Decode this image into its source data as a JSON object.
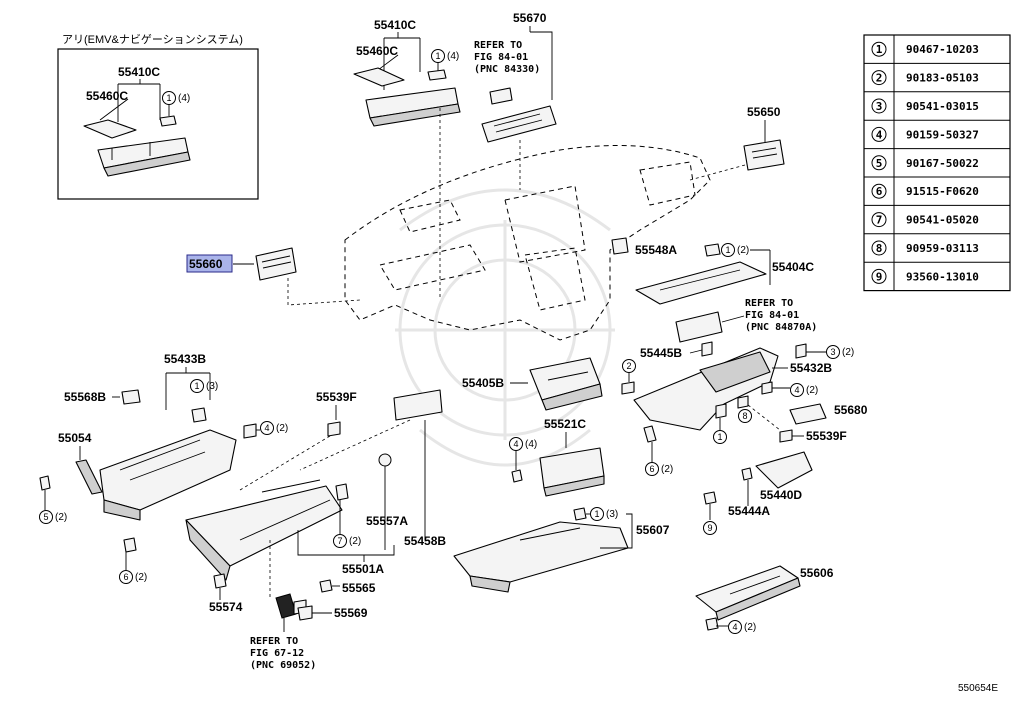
{
  "inset": {
    "title": "アリ(EMV&ナビゲーションシステム)",
    "labels": [
      "55410C",
      "55460C"
    ],
    "callout": {
      "num": "1",
      "qty": "(4)"
    }
  },
  "labels": {
    "p55410C": "55410C",
    "p55460C": "55460C",
    "p55670": "55670",
    "p55650": "55650",
    "p55660": "55660",
    "p55548A": "55548A",
    "p55404C": "55404C",
    "p55445B": "55445B",
    "p55432B": "55432B",
    "p55433B": "55433B",
    "p55568B": "55568B",
    "p55539F_a": "55539F",
    "p55405B": "55405B",
    "p55054": "55054",
    "p55521C": "55521C",
    "p55680": "55680",
    "p55539F_b": "55539F",
    "p55557A": "55557A",
    "p55458B": "55458B",
    "p55440D": "55440D",
    "p55444A": "55444A",
    "p55607": "55607",
    "p55501A": "55501A",
    "p55565": "55565",
    "p55574": "55574",
    "p55569": "55569",
    "p55606": "55606"
  },
  "refs": {
    "r1": [
      "REFER TO",
      "FIG 84-01",
      "(PNC 84330)"
    ],
    "r2": [
      "REFER TO",
      "FIG 84-01",
      "(PNC 84870A)"
    ],
    "r3": [
      "REFER TO",
      "FIG 67-12",
      "(PNC 69052)"
    ]
  },
  "callouts": [
    {
      "num": "1",
      "qty": "(4)"
    },
    {
      "num": "1",
      "qty": "(2)"
    },
    {
      "num": "2",
      "qty": ""
    },
    {
      "num": "3",
      "qty": "(2)"
    },
    {
      "num": "4",
      "qty": "(2)"
    },
    {
      "num": "8",
      "qty": ""
    },
    {
      "num": "1",
      "qty": ""
    },
    {
      "num": "6",
      "qty": "(2)"
    },
    {
      "num": "1",
      "qty": "(3)"
    },
    {
      "num": "4",
      "qty": "(2)"
    },
    {
      "num": "5",
      "qty": "(2)"
    },
    {
      "num": "6",
      "qty": "(2)"
    },
    {
      "num": "4",
      "qty": "(4)"
    },
    {
      "num": "7",
      "qty": "(2)"
    },
    {
      "num": "1",
      "qty": "(3)"
    },
    {
      "num": "9",
      "qty": ""
    },
    {
      "num": "4",
      "qty": "(2)"
    }
  ],
  "table": [
    {
      "num": "1",
      "part": "90467-10203"
    },
    {
      "num": "2",
      "part": "90183-05103"
    },
    {
      "num": "3",
      "part": "90541-03015"
    },
    {
      "num": "4",
      "part": "90159-50327"
    },
    {
      "num": "5",
      "part": "90167-50022"
    },
    {
      "num": "6",
      "part": "91515-F0620"
    },
    {
      "num": "7",
      "part": "90541-05020"
    },
    {
      "num": "8",
      "part": "90959-03113"
    },
    {
      "num": "9",
      "part": "93560-13010"
    }
  ],
  "diagram_id": "550654E",
  "colors": {
    "highlight": "#aab4ea",
    "ink": "#000000",
    "watermark": "#e6e6e6"
  }
}
